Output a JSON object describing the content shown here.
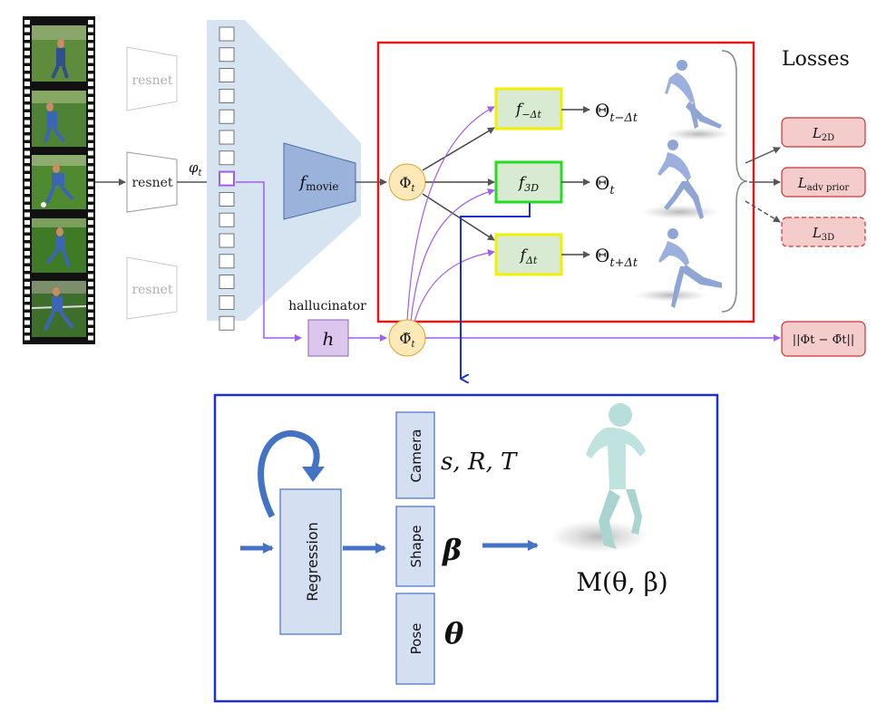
{
  "encoder": {
    "resnet_label": "resnet",
    "phi_label": "φ",
    "phi_sub": "t"
  },
  "temporal": {
    "fmovie_main": "f",
    "fmovie_sub": "movie",
    "Phi_main": "Φ",
    "Phi_sub": "t",
    "Phi_tilde_main": "Φ̃",
    "Phi_tilde_sub": "t",
    "hallucinator_label": "hallucinator",
    "h_label": "h"
  },
  "predictors": [
    {
      "main": "f",
      "sub": "−Δt",
      "out_main": "Θ",
      "out_sub": "t−Δt",
      "border": "#f0f000"
    },
    {
      "main": "f",
      "sub": "3D",
      "out_main": "Θ",
      "out_sub": "t",
      "border": "#22dd22"
    },
    {
      "main": "f",
      "sub": "Δt",
      "out_main": "Θ",
      "out_sub": "t+Δt",
      "border": "#f0f000"
    }
  ],
  "losses": {
    "title": "Losses",
    "items": [
      {
        "main": "L",
        "sub": "2D",
        "dashed": false
      },
      {
        "main": "L",
        "sub": "adv prior",
        "dashed": false
      },
      {
        "main": "L",
        "sub": "3D",
        "dashed": true
      }
    ],
    "consistency": "||Φt − Φ̃t||"
  },
  "regressor": {
    "regression_label": "Regression",
    "camera_label": "Camera",
    "shape_label": "Shape",
    "pose_label": "Pose",
    "camera_params": "s, R, T",
    "shape_symbol": "β",
    "pose_symbol": "θ",
    "model_output": "M(θ, β)"
  },
  "colors": {
    "red_box": "#e01818",
    "blue_box": "#1a2fd6",
    "purple": "#a35cf0",
    "loss_fill": "#f4cccc",
    "loss_stroke": "#cc3333",
    "green_fill": "#d9ead3",
    "node_fill": "#fde9b8",
    "fmovie_fill": "#9bb3db",
    "reg_fill": "#d5dff2",
    "blue_arrow": "#4472c4"
  }
}
